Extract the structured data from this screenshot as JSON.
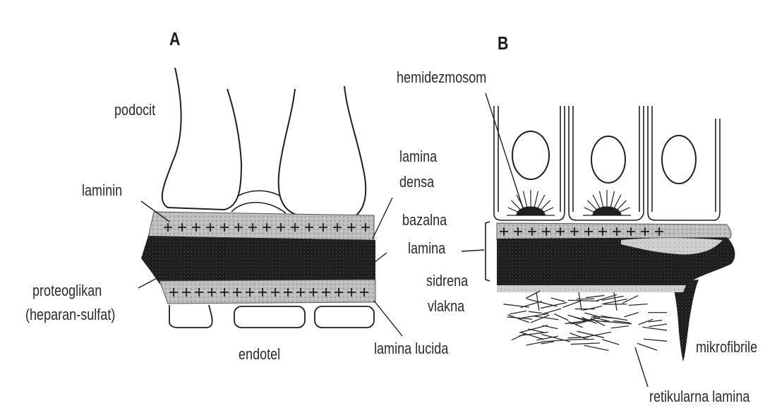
{
  "panel_a": {
    "letter": "A",
    "labels": {
      "podocit": "podocit",
      "laminin": "laminin",
      "lamina_densa_1": "lamina",
      "lamina_densa_2": "densa",
      "proteoglikan_1": "proteoglikan",
      "proteoglikan_2": "(heparan-sulfat)",
      "endotel": "endotel",
      "lamina_lucida": "lamina lucida"
    }
  },
  "panel_b": {
    "letter": "B",
    "labels": {
      "hemidezmosom": "hemidezmosom",
      "bazalna_1": "bazalna",
      "bazalna_2": "lamina",
      "sidrena_1": "sidrena",
      "sidrena_2": "vlakna",
      "mikrofibrile": "mikrofibrile",
      "retikularna": "retikularna lamina"
    }
  },
  "colors": {
    "ink": "#1f1f1f",
    "lucida_fill": "#b9b9b9",
    "densa_fill": "#1c1c1c"
  }
}
